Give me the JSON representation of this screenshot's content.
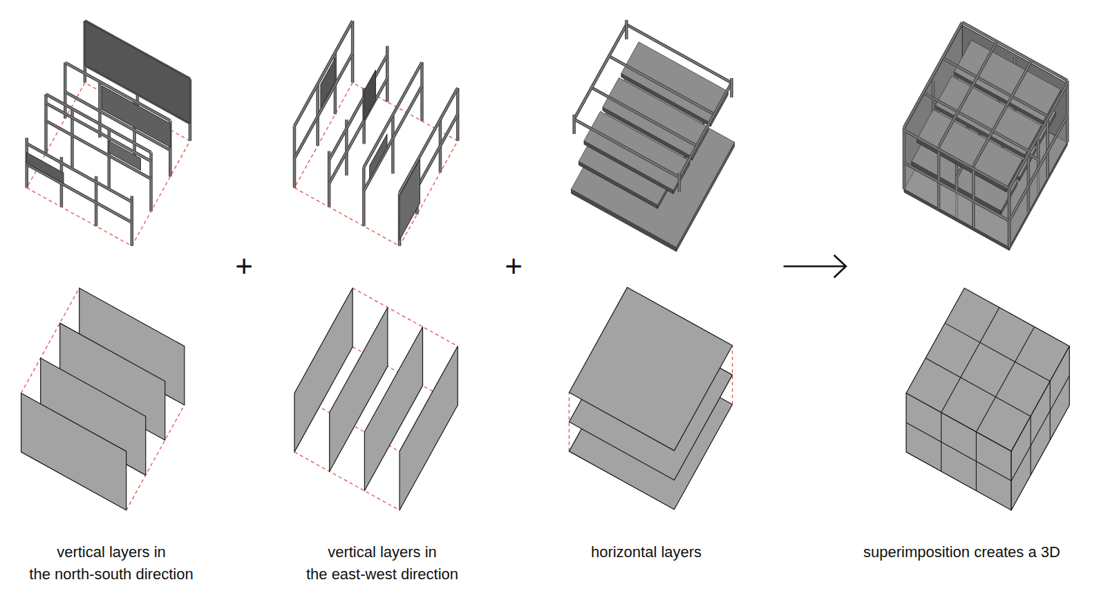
{
  "diagram": {
    "labels": [
      "+",
      "+",
      "vertical layers in the north-south direction",
      "vertical layers in the east-west direction",
      "horizontal layers",
      "superimposition creates a 3D"
    ]
  }
}
